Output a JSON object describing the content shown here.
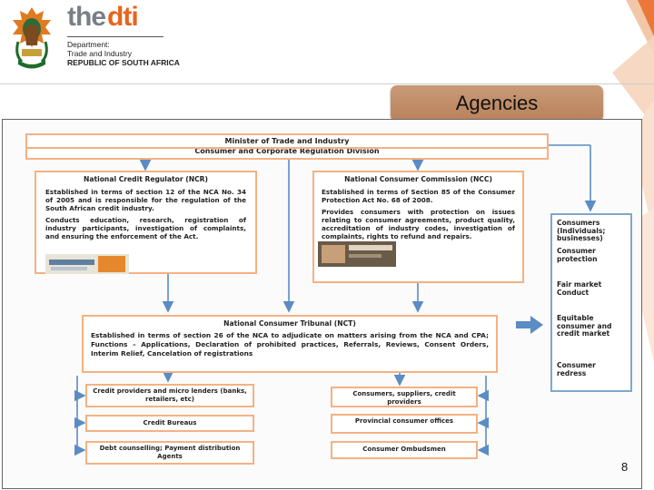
{
  "header": {
    "logo_the": "the",
    "logo_dti": "dti",
    "department_line1": "Department:",
    "department_line2": "Trade and Industry",
    "department_line3": "REPUBLIC OF SOUTH AFRICA",
    "slide_title": "Agencies"
  },
  "diagram": {
    "minister": "Minister of Trade and Industry",
    "division": "Consumer and Corporate Regulation Division",
    "ncr": {
      "title": "National Credit Regulator (NCR)",
      "para1": "Established in terms of section 12 of the NCA No. 34 of 2005 and is responsible for the regulation of the South African credit industry.",
      "para2": "Conducts education, research, registration of industry participants, investigation of complaints, and ensuring the enforcement of the Act."
    },
    "ncc": {
      "title": "National Consumer Commission (NCC)",
      "para1": "Established in terms of Section 85 of the Consumer Protection Act No. 68 of 2008.",
      "para2": "Provides consumers with protection on issues relating to consumer agreements, product quality, accreditation of industry codes, investigation of complaints, rights to refund and repairs."
    },
    "nct": {
      "title": "National Consumer Tribunal (NCT)",
      "body": "Established in terms of section 26 of the NCA to adjudicate on matters arising from the NCA and CPA; Functions – Applications, Declaration of prohibited practices, Referrals, Reviews, Consent Orders, Interim Relief, Cancelation of registrations"
    },
    "left_boxes": [
      "Credit providers and micro lenders (banks, retailers, etc)",
      "Credit Bureaus",
      "Debt counselling; Payment distribution Agents"
    ],
    "right_boxes": [
      "Consumers, suppliers, credit providers",
      "Provincial consumer offices",
      "Consumer Ombudsmen"
    ],
    "outcomes": [
      "Consumers (Individuals; businesses)",
      "Consumer protection",
      "Fair market Conduct",
      "Equitable consumer and credit market",
      "Consumer redress"
    ]
  },
  "page_number": "8",
  "colors": {
    "accent_orange": "#e8641b",
    "box_border_orange": "#f4b183",
    "box_border_blue": "#7fa7cf",
    "arrow_blue": "#5b8cc4",
    "title_pill": "#c08b66"
  }
}
